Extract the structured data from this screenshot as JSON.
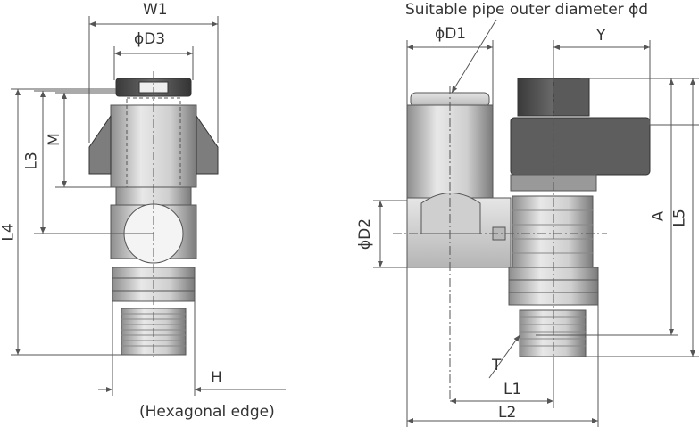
{
  "labels": {
    "w1": "W1",
    "d3": "ϕD3",
    "m": "M",
    "l3": "L3",
    "l4": "L4",
    "h": "H",
    "hex_note": "(Hexagonal edge)",
    "pipe_note": "Suitable pipe outer diameter ϕd",
    "d1": "ϕD1",
    "y": "Y",
    "d2": "ϕD2",
    "a": "A",
    "l5": "L5",
    "t": "T",
    "l1": "L1",
    "l2": "L2"
  },
  "colors": {
    "line": "#555555",
    "body_fill": "#dcdcdc",
    "body_dark": "#9a9a9a",
    "cap_fill": "#4a4a4a"
  }
}
